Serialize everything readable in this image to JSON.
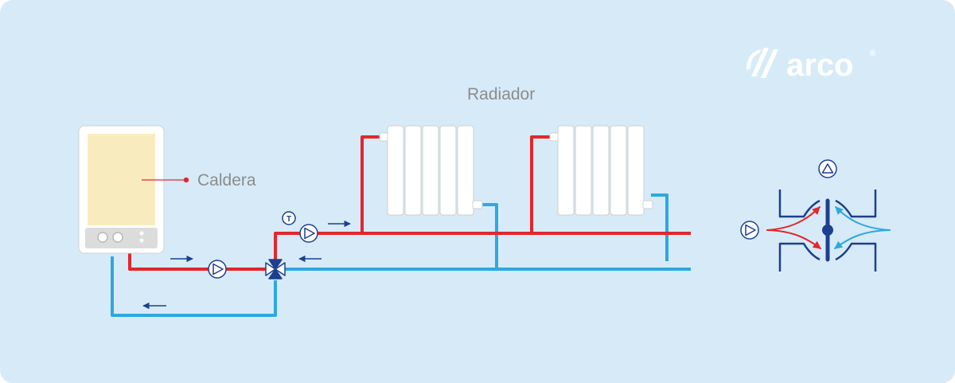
{
  "brand": {
    "name": "arco",
    "mark": "®"
  },
  "labels": {
    "boiler": "Caldera",
    "radiator": "Radiador"
  },
  "pump_markers": {
    "thermostat": "T"
  },
  "colors": {
    "background": "#d6ebf7",
    "hot_pipe": "#e3262d",
    "cold_pipe": "#2ea8e0",
    "dark_blue": "#1d3f8f",
    "label": "#8c8c8c",
    "boiler_body": "#f8ecbf",
    "radiator_fill": "#ffffff"
  },
  "icons": [
    "arco-logo",
    "boiler",
    "circulation-pump-icon",
    "thermostatic-pump-icon",
    "mixing-valve-icon",
    "radiator",
    "flow-arrow-icon",
    "valve-detail-icon"
  ]
}
